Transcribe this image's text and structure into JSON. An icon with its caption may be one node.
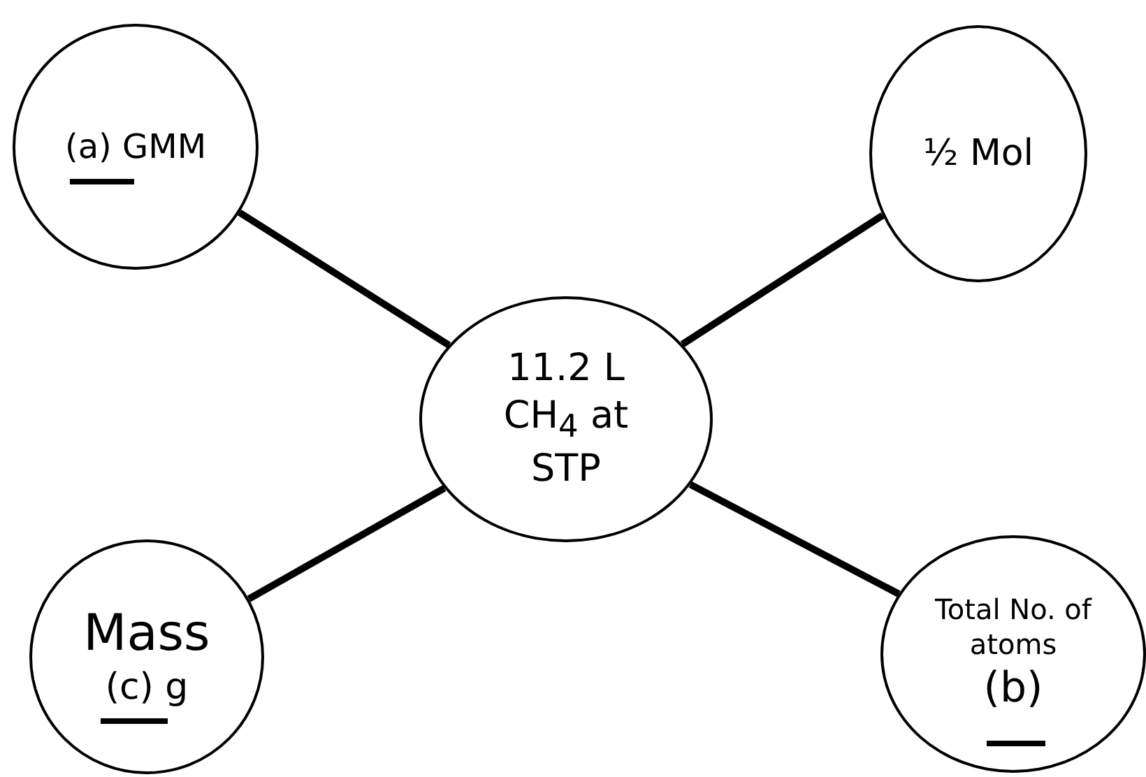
{
  "diagram": {
    "nodes": [
      {
        "text": [
          "(a) GMM"
        ]
      },
      {
        "text": [
          "½ Mol"
        ]
      },
      {
        "text": [
          "11.2 L CH$_{4}$ at STP"
        ]
      },
      {
        "text": [
          "Mass",
          "(c) g"
        ]
      },
      {
        "text": [
          "Total No. of atoms",
          "(b)"
        ]
      }
    ],
    "edges": [
      {
        "from": 0,
        "to": 2,
        "arrow": "none"
      },
      {
        "from": 1,
        "to": 2,
        "arrow": "none"
      },
      {
        "from": 3,
        "to": 2,
        "arrow": "none"
      },
      {
        "from": 4,
        "to": 2,
        "arrow": "none"
      }
    ]
  }
}
